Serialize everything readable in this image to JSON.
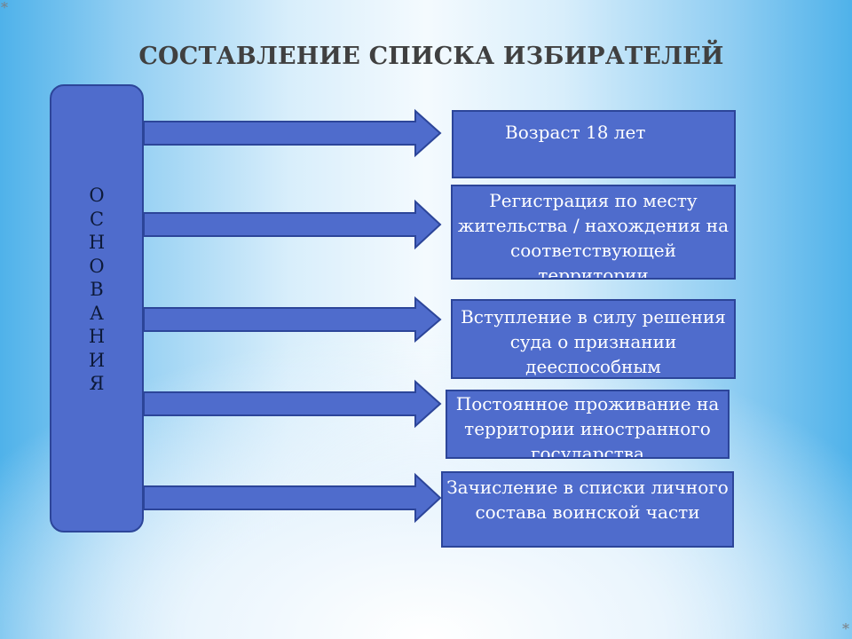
{
  "slide": {
    "title": "СОСТАВЛЕНИЕ СПИСКА ИЗБИРАТЕЛЕЙ",
    "corner_mark": "*",
    "base_label_letters": [
      "О",
      "С",
      "Н",
      "О",
      "В",
      "А",
      "Н",
      "И",
      "Я"
    ],
    "grounds": [
      "Возраст 18 лет",
      "Регистрация по месту жительства / нахождения на соответствующей территории",
      "Вступление в силу решения суда о признании дееспособным",
      "Постоянное проживание на территории иностранного государства",
      "Зачисление в списки личного состава воинской части"
    ]
  },
  "colors": {
    "shape_fill": "#4f6ccc",
    "shape_border": "#2c4599",
    "title_text": "#404040",
    "label_text": "#0d1a3a"
  }
}
